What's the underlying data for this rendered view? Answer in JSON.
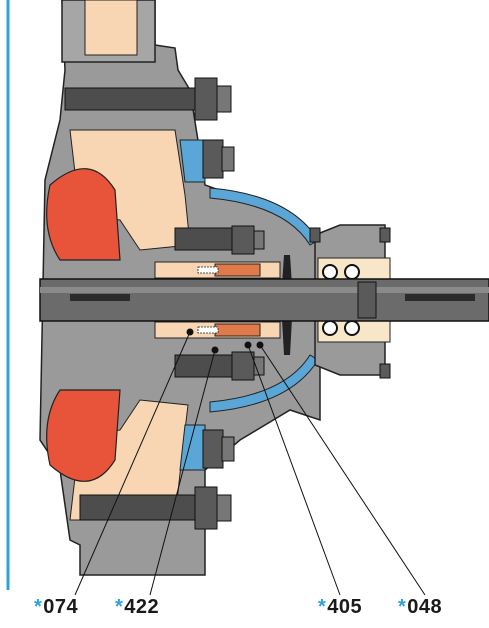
{
  "callouts": [
    {
      "star": "*",
      "code": "074"
    },
    {
      "star": "*",
      "code": "422"
    },
    {
      "star": "*",
      "code": "405"
    },
    {
      "star": "*",
      "code": "048"
    }
  ],
  "colors": {
    "casing": "#9a9a9a",
    "casing_dark": "#6f6f6f",
    "cavity": "#f8d6b3",
    "impeller": "#e8543a",
    "blue": "#5aa6d6",
    "shaft": "#6b6b6b",
    "seal_copper": "#e07a4a",
    "edge_blue": "#2aa3d8",
    "text": "#1a1a1a"
  }
}
